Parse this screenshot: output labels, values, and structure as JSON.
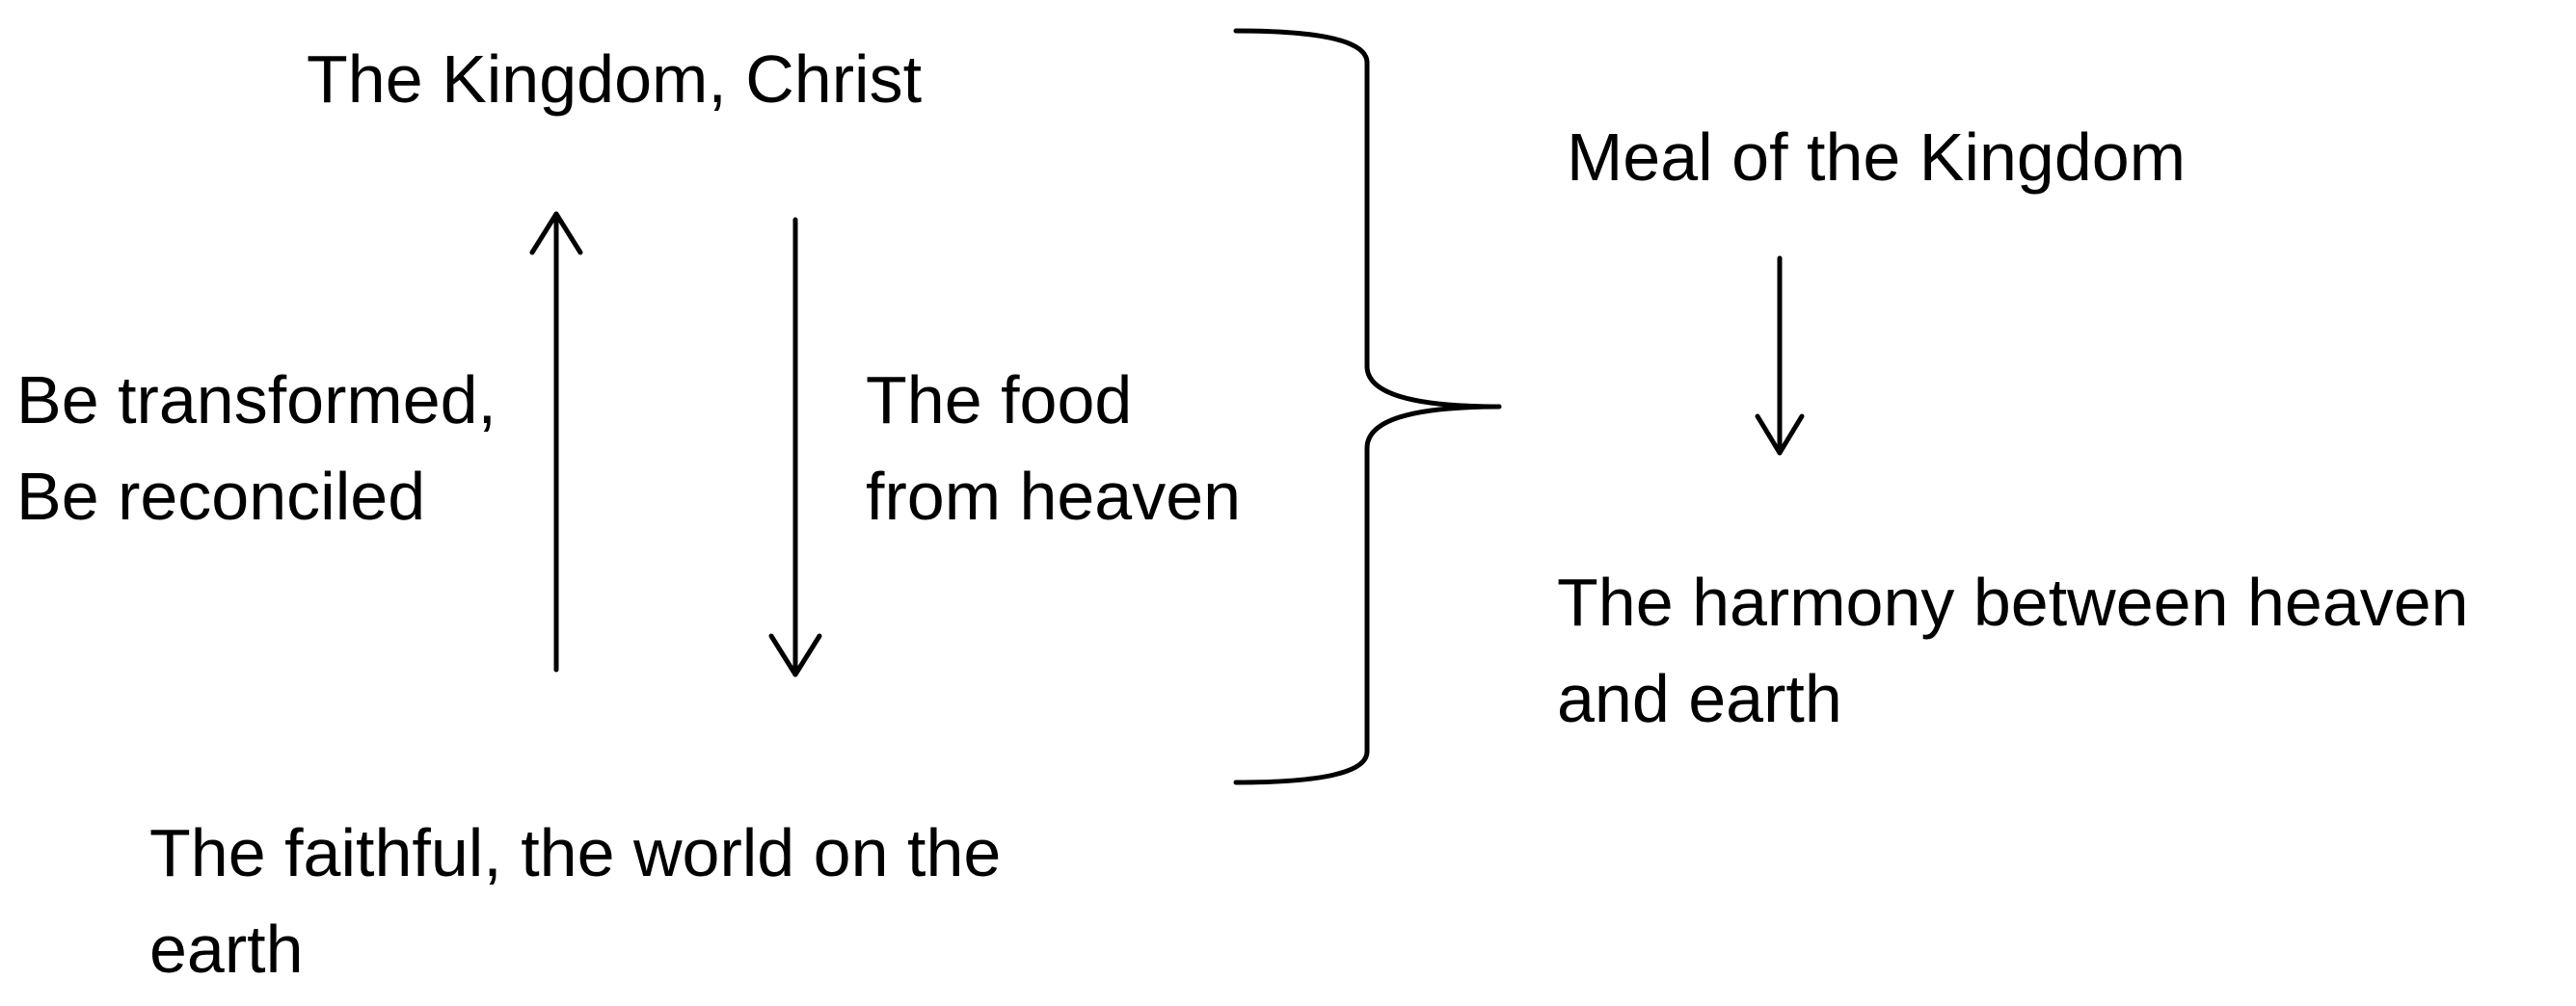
{
  "diagram": {
    "left": {
      "top_label": "The Kingdom, Christ",
      "up_label": [
        "Be transformed,",
        "Be reconciled"
      ],
      "down_label": [
        "The food",
        "from heaven"
      ],
      "bottom_label": [
        "The faithful, the world on the",
        "earth"
      ]
    },
    "right": {
      "top_label": "Meal of the Kingdom",
      "bottom_label": [
        "The harmony between heaven",
        "and earth"
      ]
    },
    "colors": {
      "stroke": "#000000",
      "text": "#000000",
      "background": "#ffffff"
    }
  }
}
